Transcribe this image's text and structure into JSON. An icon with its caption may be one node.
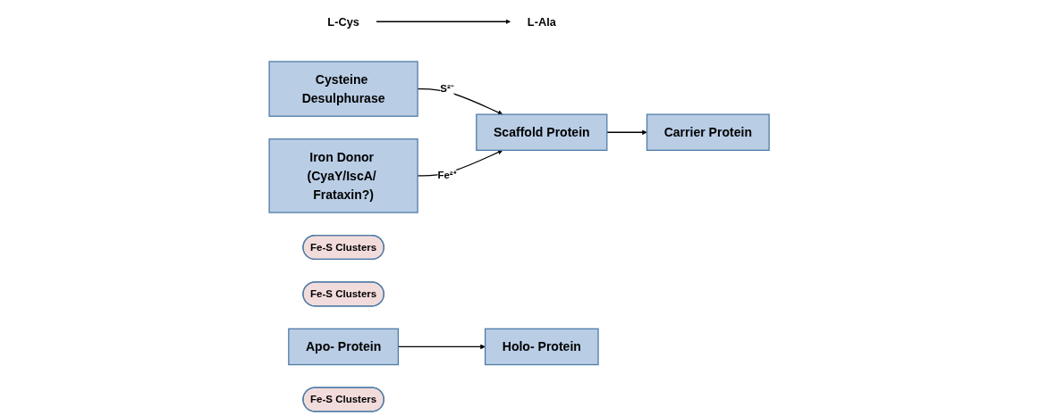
{
  "diagram": {
    "nodes": [
      {
        "text": [
          "L-Cys"
        ]
      },
      {
        "text": [
          "L-Ala"
        ]
      },
      {
        "text": [
          "Cysteine Desulphurase"
        ]
      },
      {
        "text": [
          "Iron Donor (CyaY/IscA/ Frataxin?)"
        ]
      },
      {
        "text": [
          "Fe-S Clusters"
        ]
      },
      {
        "text": [
          "Scaffold Protein"
        ]
      },
      {
        "text": [
          "Fe-S Clusters"
        ]
      },
      {
        "text": [
          "Carrier Protein"
        ]
      },
      {
        "text": [
          "Apo- Protein"
        ]
      },
      {
        "text": [
          "Fe-S Clusters"
        ]
      },
      {
        "text": [
          "Holo- Protein"
        ]
      }
    ],
    "edges": [
      {
        "from": 0,
        "to": 1,
        "arrow": "to"
      },
      {
        "from": 2,
        "to": 5,
        "arrow": "to",
        "label": "S²⁻"
      },
      {
        "from": 3,
        "to": 5,
        "arrow": "to",
        "label": "Fe²⁺"
      },
      {
        "from": 5,
        "to": 7,
        "arrow": "to"
      },
      {
        "from": 8,
        "to": 10,
        "arrow": "to"
      }
    ]
  }
}
